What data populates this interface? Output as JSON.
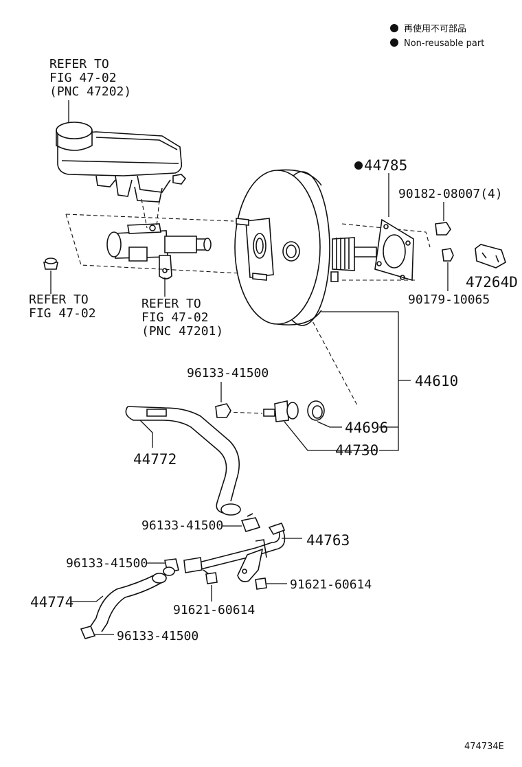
{
  "legend": {
    "japanese": "再使用不可部品",
    "english": "Non-reusable part"
  },
  "refs": {
    "reservoir": [
      "REFER TO",
      "FIG 47-02",
      "(PNC 47202)"
    ],
    "grommet": [
      "REFER TO",
      "FIG 47-02"
    ],
    "master_cylinder": [
      "REFER TO",
      "FIG 47-02",
      "(PNC 47201)"
    ]
  },
  "parts": {
    "p44785": "44785",
    "p90182": "90182-08007(4)",
    "p90179": "90179-10065",
    "p47264D": "47264D",
    "p44610": "44610",
    "p96133_a": "96133-41500",
    "p44696": "44696",
    "p44730": "44730",
    "p44772": "44772",
    "p96133_b": "96133-41500",
    "p44763": "44763",
    "p96133_c": "96133-41500",
    "p91621_a": "91621-60614",
    "p44774": "44774",
    "p91621_b": "91621-60614",
    "p96133_d": "96133-41500"
  },
  "figure_id": "474734E"
}
